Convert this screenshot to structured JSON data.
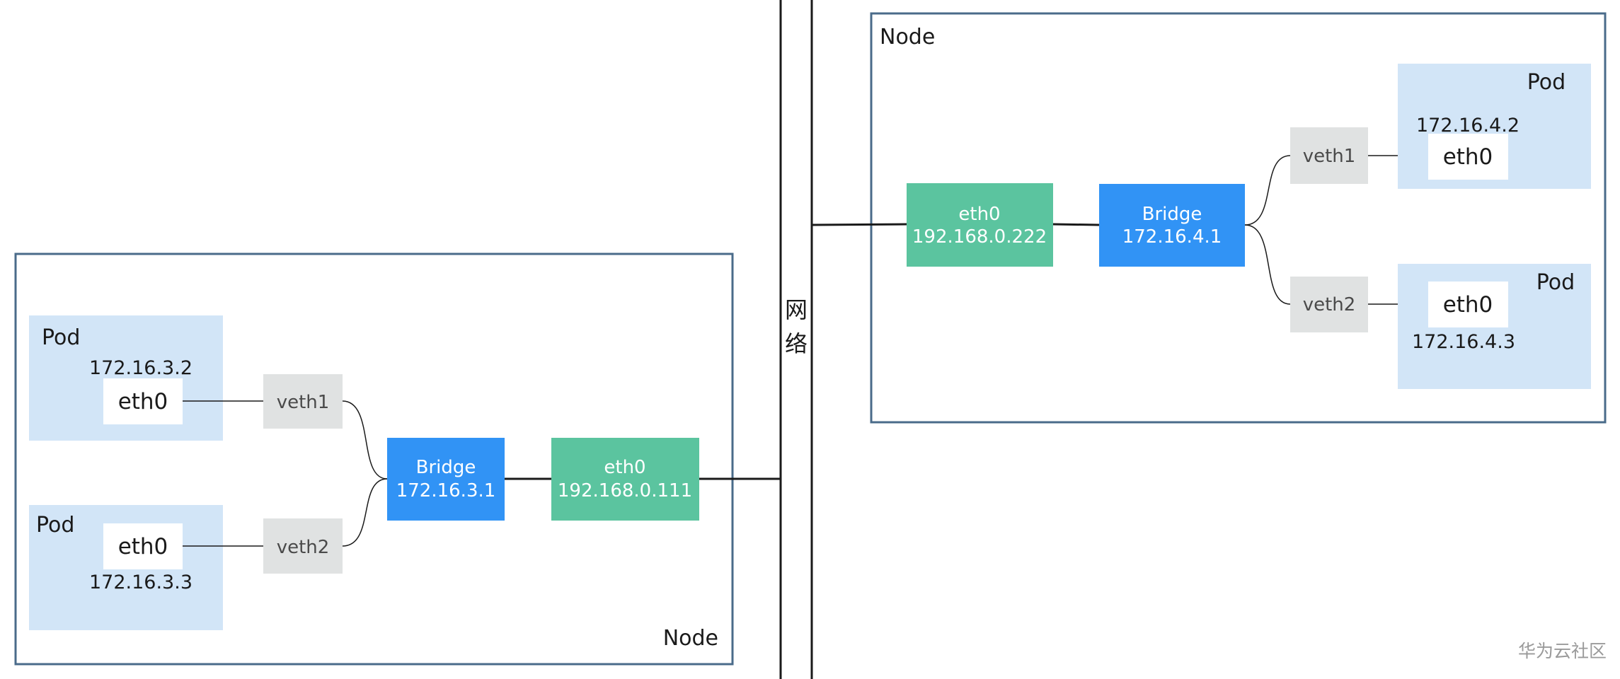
{
  "network": {
    "label": "网络"
  },
  "left_node": {
    "label": "Node",
    "pods": [
      {
        "label": "Pod",
        "ip": "172.16.3.2",
        "interface": "eth0"
      },
      {
        "label": "Pod",
        "ip": "172.16.3.3",
        "interface": "eth0"
      }
    ],
    "veths": [
      "veth1",
      "veth2"
    ],
    "bridge": {
      "label": "Bridge",
      "ip": "172.16.3.1"
    },
    "host_eth": {
      "label": "eth0",
      "ip": "192.168.0.111"
    }
  },
  "right_node": {
    "label": "Node",
    "pods": [
      {
        "label": "Pod",
        "ip": "172.16.4.2",
        "interface": "eth0"
      },
      {
        "label": "Pod",
        "ip": "172.16.4.3",
        "interface": "eth0"
      }
    ],
    "veths": [
      "veth1",
      "veth2"
    ],
    "bridge": {
      "label": "Bridge",
      "ip": "172.16.4.1"
    },
    "host_eth": {
      "label": "eth0",
      "ip": "192.168.0.222"
    }
  },
  "watermark": "华为云社区",
  "colors": {
    "pod_background": "#d2e5f7",
    "bridge": "#3193f5",
    "host_eth": "#5bc49f",
    "veth": "#e0e2e2",
    "node_border": "#4a6b8a"
  }
}
